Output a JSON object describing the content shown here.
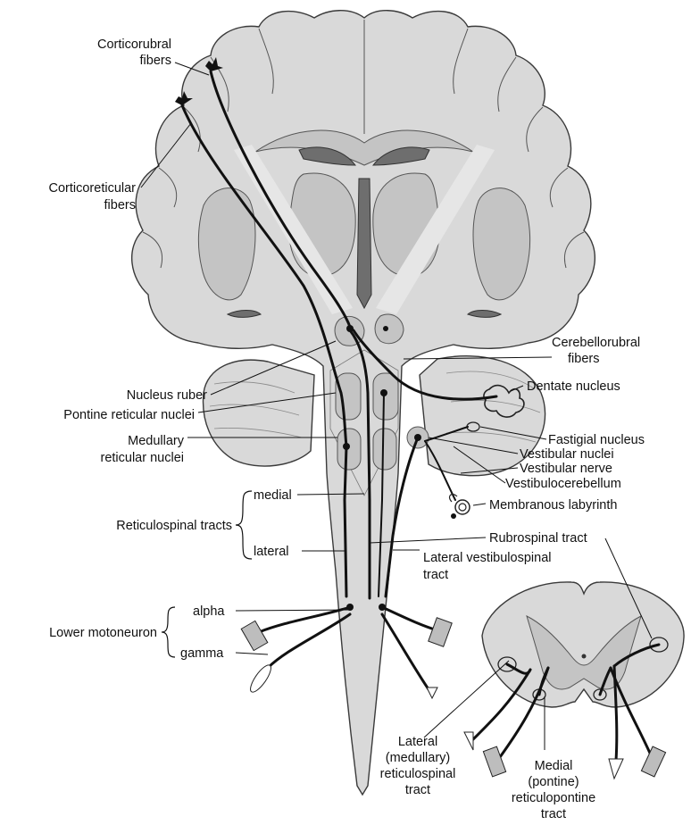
{
  "labels": {
    "corticorubral": [
      "Corticorubral",
      "fibers"
    ],
    "corticoreticular": [
      "Corticoreticular",
      "fibers"
    ],
    "cerebellorubral": [
      "Cerebellorubral",
      "fibers"
    ],
    "nucleus_ruber": "Nucleus ruber",
    "dentate_nucleus": "Dentate nucleus",
    "pontine_reticular_nuclei": "Pontine reticular nuclei",
    "medullary_reticular_nuclei": [
      "Medullary",
      "reticular nuclei"
    ],
    "fastigial_nucleus": "Fastigial nucleus",
    "vestibular_nuclei": "Vestibular nuclei",
    "vestibular_nerve": "Vestibular nerve",
    "vestibulocerebellum": "Vestibulocerebellum",
    "medial": "medial",
    "membranous_labyrinth": "Membranous labyrinth",
    "reticulospinal_tracts": "Reticulospinal tracts",
    "rubrospinal_tract": "Rubrospinal tract",
    "lateral": "lateral",
    "lateral_vestibulospinal_tract": [
      "Lateral vestibulospinal",
      "tract"
    ],
    "alpha": "alpha",
    "lower_motoneuron": "Lower motoneuron",
    "gamma": "gamma",
    "lateral_medullary_reticulospinal_tract": [
      "Lateral",
      "(medullary)",
      "reticulospinal",
      "tract"
    ],
    "medial_pontine_reticulopontine_tract": [
      "Medial",
      "(pontine)",
      "reticulopontine",
      "tract"
    ]
  }
}
